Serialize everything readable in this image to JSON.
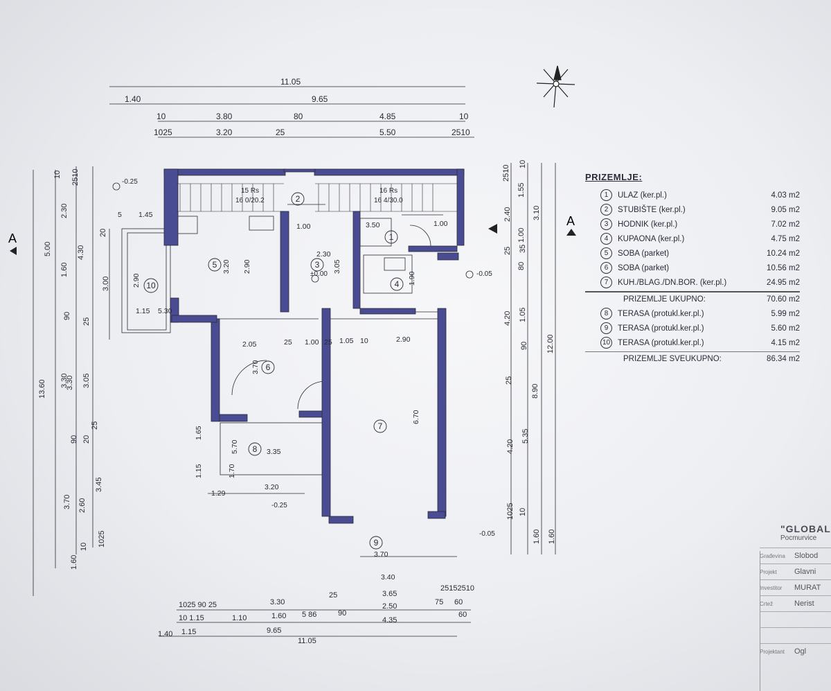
{
  "plan": {
    "top_dims": {
      "row1": [
        "11.05"
      ],
      "row2": [
        "1.40",
        "9.65"
      ],
      "row3": [
        "10",
        "3.80",
        "80",
        "4.85",
        "10"
      ],
      "row4": [
        "1025",
        "3.20",
        "25",
        "5.50",
        "2510"
      ]
    },
    "left_dims": {
      "col1": [
        "13.60",
        "1.60"
      ],
      "col2": [
        "5.00",
        "3.30",
        "3.70",
        "10"
      ],
      "col3": [
        "10",
        "2.30",
        "1.60",
        "90",
        "3.30",
        "90",
        "20",
        "2.60",
        "1025"
      ],
      "col4": [
        "4.30",
        "25",
        "3.05",
        "3.45"
      ],
      "col5": [
        "2510",
        "25"
      ],
      "col6": [
        "20",
        "3.00"
      ]
    },
    "right_dims": {
      "col1": [
        "2510",
        "2.40",
        "25",
        "4.20",
        "25",
        "4.20",
        "1025",
        "1.60"
      ],
      "col2": [
        "1.55",
        "1.00",
        "80",
        "1.05",
        "90",
        "5.35",
        "10"
      ],
      "col3": [
        "10",
        "35",
        "8.90",
        "1.60"
      ],
      "col4": [
        "3.10",
        "12.00"
      ]
    },
    "bottom_dims": {
      "row1": [
        "1025 90 25",
        "3.30",
        "25",
        "3.65",
        "25152510"
      ],
      "row2": [
        "10  1.15",
        "1.10",
        "1.60",
        "5  86",
        "90",
        "2.50",
        "75",
        "60"
      ],
      "row3": [
        "1.40",
        "1.15",
        "9.65",
        "4.35",
        "60"
      ],
      "row4": [
        "11.05"
      ]
    },
    "levels": [
      "-0.25",
      "±0.00",
      "-0.05",
      "-0.25",
      "-0.05"
    ],
    "section_marks": [
      "A",
      "A"
    ],
    "stair_labels": [
      "15 Rs",
      "16 0/20.2",
      "16 Rs",
      "16 4/30.0"
    ],
    "inner_dims": [
      "1.45",
      "5",
      "1.00",
      "3.50",
      "1.00",
      "2.30",
      "3.05",
      "3.20",
      "2.90",
      "2.90",
      "1.15",
      "5.30",
      "2.05",
      "25",
      "1.00",
      "25",
      "1.05",
      "10",
      "2.90",
      "3.70",
      "6.70",
      "3.35",
      "5.70",
      "1.15",
      "1.70",
      "3.20",
      "1.90",
      "3.40",
      "3.70",
      "1.65",
      "1.29"
    ],
    "room_numbers": [
      "1",
      "2",
      "3",
      "4",
      "5",
      "6",
      "7",
      "8",
      "9",
      "10"
    ]
  },
  "legend": {
    "title": "PRIZEMLJE:",
    "rooms": [
      {
        "num": "1",
        "name": "ULAZ (ker.pl.)",
        "area": "4.03 m2"
      },
      {
        "num": "2",
        "name": "STUBIŠTE (ker.pl.)",
        "area": "9.05 m2"
      },
      {
        "num": "3",
        "name": "HODNIK (ker.pl.)",
        "area": "7.02 m2"
      },
      {
        "num": "4",
        "name": "KUPAONA (ker.pl.)",
        "area": "4.75 m2"
      },
      {
        "num": "5",
        "name": "SOBA (parket)",
        "area": "10.24 m2"
      },
      {
        "num": "6",
        "name": "SOBA (parket)",
        "area": "10.56 m2"
      },
      {
        "num": "7",
        "name": "KUH./BLAG./DN.BOR. (ker.pl.)",
        "area": "24.95 m2"
      }
    ],
    "subtotal": {
      "label": "PRIZEMLJE UKUPNO:",
      "area": "70.60 m2"
    },
    "terraces": [
      {
        "num": "8",
        "name": "TERASA (protukl.ker.pl.)",
        "area": "5.99 m2"
      },
      {
        "num": "9",
        "name": "TERASA (protukl.ker.pl.)",
        "area": "5.60 m2"
      },
      {
        "num": "10",
        "name": "TERASA (protukl.ker.pl.)",
        "area": "4.15 m2"
      }
    ],
    "total": {
      "label": "PRIZEMLJE SVEUKUPNO:",
      "area": "86.34 m2"
    }
  },
  "stamp": {
    "company": "\"GLOBAL",
    "place": "Pocmurvice",
    "rows": [
      {
        "k": "Građevina",
        "v": "Slobod"
      },
      {
        "k": "Projekt",
        "v": "Glavni"
      },
      {
        "k": "Investitor",
        "v": "MURAT"
      },
      {
        "k": "Crtež",
        "v": "Nerist"
      },
      {
        "k": "",
        "v": ""
      },
      {
        "k": "",
        "v": ""
      },
      {
        "k": "Projektant",
        "v": "Ogl"
      }
    ]
  },
  "colors": {
    "wall": "#4a4c93",
    "line": "#2a2a35",
    "paper": "#f3f4f7"
  }
}
